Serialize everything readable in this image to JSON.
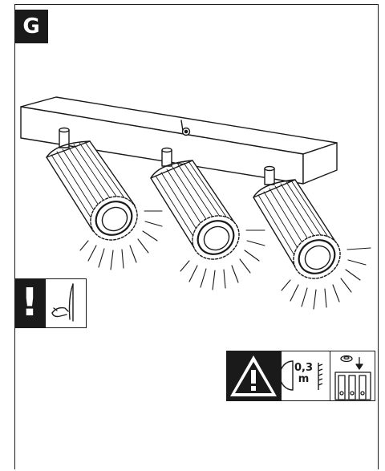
{
  "step": {
    "letter": "G"
  },
  "distance": {
    "value": "0,3",
    "unit": "m"
  },
  "icons": {
    "fixture": "triple-spotlight-bar-icon",
    "caution": "exclamation-warning-icon",
    "touch": "hand-touch-icon",
    "hazard": "warning-triangle-icon",
    "spacing": "min-distance-icon",
    "lamp": "bulb-replacement-icon"
  },
  "colors": {
    "ink": "#1a1a1a",
    "paper": "#ffffff"
  }
}
